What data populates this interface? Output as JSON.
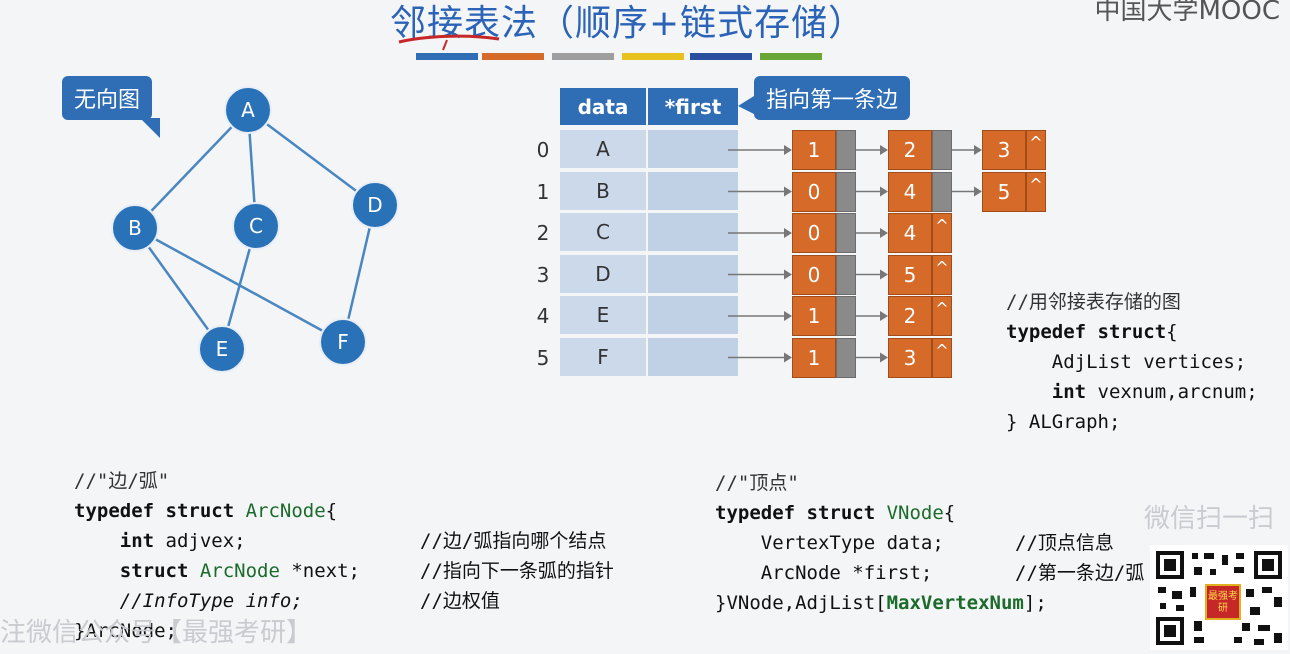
{
  "title": "邻接表法（顺序+链式存储）",
  "stripe_colors": [
    "#2f6db5",
    "#d66a28",
    "#9e9e9e",
    "#e8c21c",
    "#2a4f9e",
    "#6aa538"
  ],
  "bubble_undirected": "无向图",
  "bubble_first": "指向第一条边",
  "corner_text": "中国大学MOOC",
  "graph": {
    "nodes": [
      "A",
      "B",
      "C",
      "D",
      "E",
      "F"
    ]
  },
  "table": {
    "header_data": "data",
    "header_first": "*first",
    "rows": [
      {
        "index": "0",
        "data": "A",
        "list": [
          "1",
          "2",
          "3"
        ]
      },
      {
        "index": "1",
        "data": "B",
        "list": [
          "0",
          "4",
          "5"
        ]
      },
      {
        "index": "2",
        "data": "C",
        "list": [
          "0",
          "4"
        ]
      },
      {
        "index": "3",
        "data": "D",
        "list": [
          "0",
          "5"
        ]
      },
      {
        "index": "4",
        "data": "E",
        "list": [
          "1",
          "2"
        ]
      },
      {
        "index": "5",
        "data": "F",
        "list": [
          "1",
          "3"
        ]
      }
    ],
    "null_symbol": "^"
  },
  "code_graph": {
    "comment": "//用邻接表存储的图",
    "l1_kw": "typedef struct",
    "l1_rest": "{",
    "l2": "AdjList vertices;",
    "l3_kw": "int",
    "l3_rest": " vexnum,arcnum;",
    "l4": "} ALGraph;"
  },
  "code_arc": {
    "comment": "//\"边/弧\"",
    "l1_kw": "typedef struct",
    "l1_type": " ArcNode",
    "l1_rest": "{",
    "l2_kw": "int",
    "l2_rest": " adjvex;",
    "l2_cm": "//边/弧指向哪个结点",
    "l3_kw": "struct",
    "l3_type": " ArcNode",
    "l3_rest": " *next;",
    "l3_cm": "//指向下一条弧的指针",
    "l4": "//InfoType info;",
    "l4_cm": "//边权值",
    "l5": "}ArcNode;"
  },
  "code_vnode": {
    "comment": "//\"顶点\"",
    "l1_kw": "typedef struct",
    "l1_type": " VNode",
    "l1_rest": "{",
    "l2": "VertexType data;",
    "l2_cm": "//顶点信息",
    "l3": "ArcNode *first;",
    "l3_cm": "//第一条边/弧",
    "l4_a": "}VNode,AdjList[",
    "l4_b": "MaxVertexNum",
    "l4_c": "];"
  },
  "watermark_left": "注微信公众号【最强考研】",
  "watermark_right": "微信扫一扫",
  "qr_badge": "最强考研"
}
